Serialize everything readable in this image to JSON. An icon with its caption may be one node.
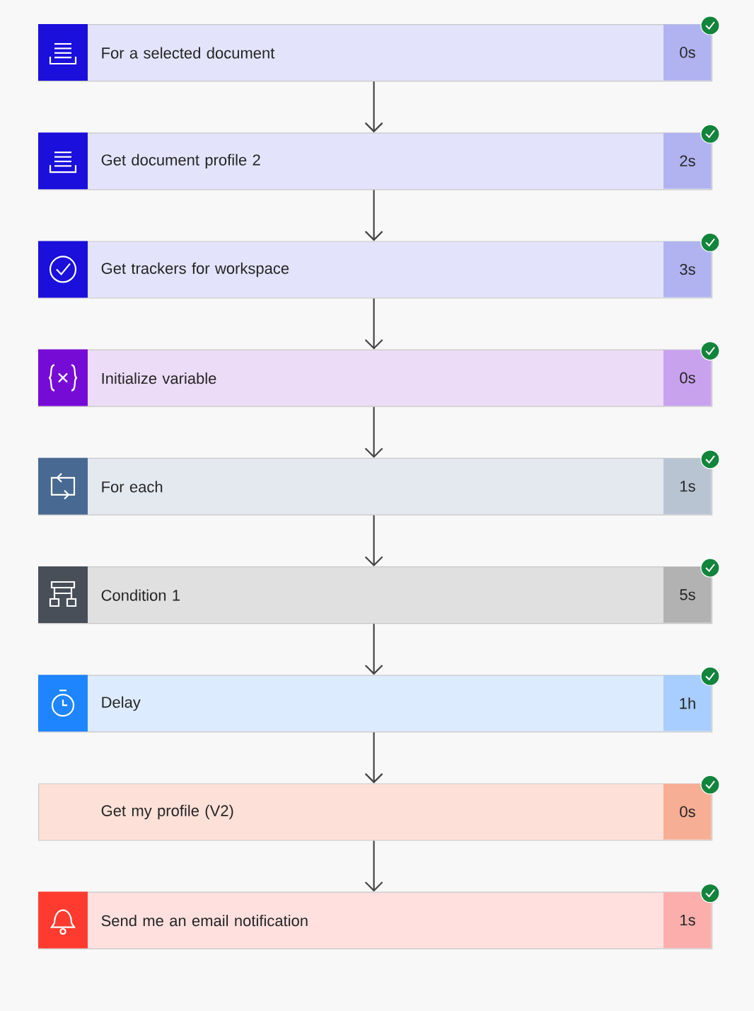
{
  "diagram": {
    "nodes": [
      {
        "text": [
          "For a selected document",
          "0s"
        ]
      },
      {
        "text": [
          "Get document profile 2",
          "2s"
        ]
      },
      {
        "text": [
          "Get trackers for workspace",
          "3s"
        ]
      },
      {
        "text": [
          "Initialize variable",
          "0s"
        ]
      },
      {
        "text": [
          "For each",
          "1s"
        ]
      },
      {
        "text": [
          "Condition 1",
          "5s"
        ]
      },
      {
        "text": [
          "Delay",
          "1h"
        ]
      },
      {
        "text": [
          "Get my profile (V2)",
          "0s"
        ]
      },
      {
        "text": [
          "Send me an email notification",
          "1s"
        ]
      }
    ],
    "edges": [
      {
        "from": 0,
        "to": 1,
        "arrow": "to"
      },
      {
        "from": 1,
        "to": 2,
        "arrow": "to"
      },
      {
        "from": 2,
        "to": 3,
        "arrow": "to"
      },
      {
        "from": 3,
        "to": 4,
        "arrow": "to"
      },
      {
        "from": 4,
        "to": 5,
        "arrow": "to"
      },
      {
        "from": 5,
        "to": 6,
        "arrow": "to"
      },
      {
        "from": 6,
        "to": 7,
        "arrow": "to"
      },
      {
        "from": 7,
        "to": 8,
        "arrow": "to"
      }
    ]
  }
}
